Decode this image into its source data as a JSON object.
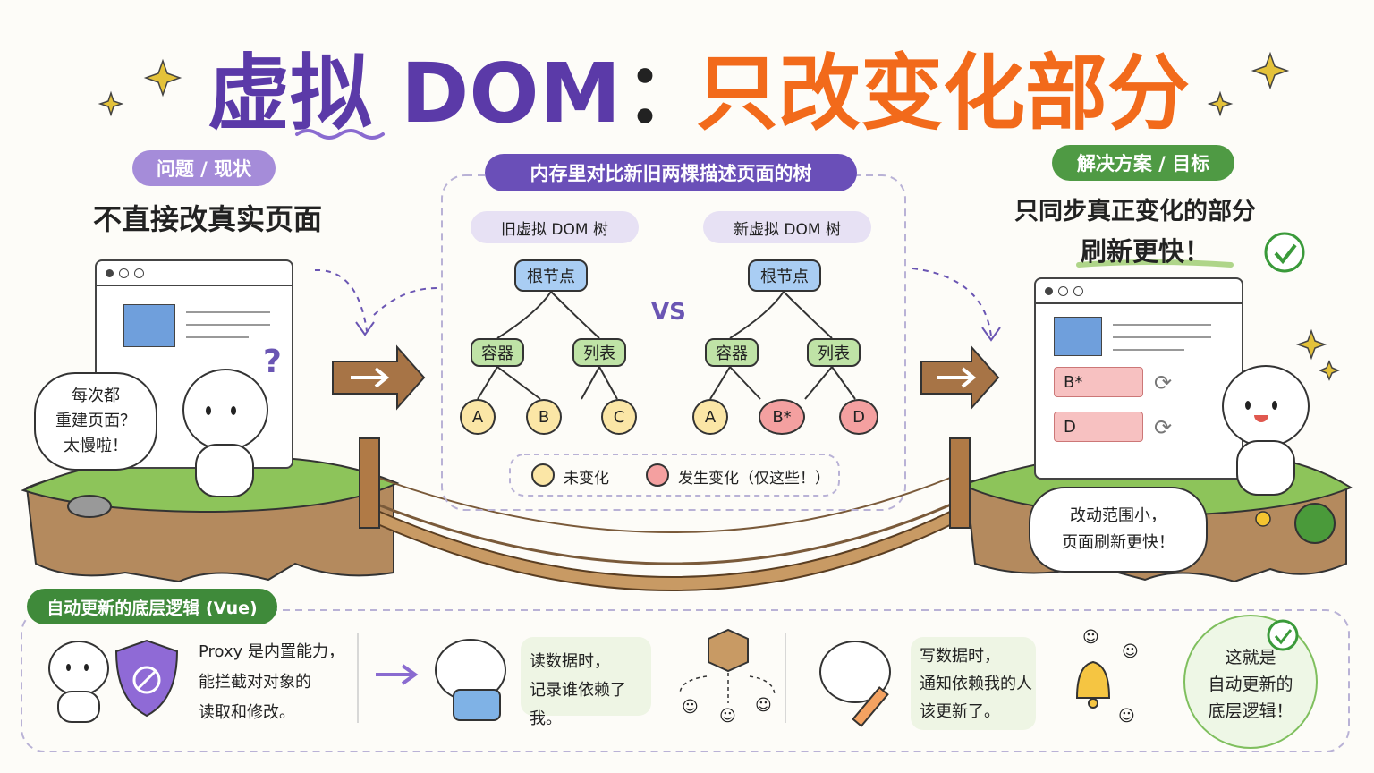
{
  "title": {
    "left": "虚拟 DOM",
    "colon": "：",
    "right": "只改变化部分"
  },
  "problem": {
    "tag": "问题 / 现状",
    "headline": "不直接改真实页面",
    "bubble": [
      "每次都",
      "重建页面？",
      "太慢啦！"
    ],
    "question_mark": "?"
  },
  "compare": {
    "tag": "内存里对比新旧两棵描述页面的树",
    "old_tree": {
      "label": "旧虚拟 DOM 树",
      "root": "根节点",
      "container": "容器",
      "list": "列表",
      "leaves": [
        "A",
        "B",
        "C"
      ]
    },
    "vs": "VS",
    "new_tree": {
      "label": "新虚拟 DOM 树",
      "root": "根节点",
      "container": "容器",
      "list": "列表",
      "leaves": [
        "A",
        "B*",
        "D"
      ]
    },
    "legend": {
      "unchanged": "未变化",
      "changed": "发生变化（仅这些！）"
    }
  },
  "solution": {
    "tag": "解决方案 / 目标",
    "line1": "只同步真正变化的部分",
    "line2": "刷新更快！",
    "rows": [
      "B*",
      "D"
    ],
    "bubble": [
      "改动范围小，",
      "页面刷新更快！"
    ]
  },
  "vue": {
    "tag": "自动更新的底层逻辑 (Vue)",
    "proxy_text": [
      "Proxy 是内置能力，",
      "能拦截对对象的",
      "读取和修改。"
    ],
    "read_text": [
      "读数据时，",
      "记录谁依赖了我。"
    ],
    "write_text": [
      "写数据时，",
      "通知依赖我的人",
      "该更新了。"
    ],
    "summary": [
      "这就是",
      "自动更新的",
      "底层逻辑！"
    ]
  },
  "colors": {
    "purple": "#5b3aa8",
    "orange": "#f26a1b",
    "green_tag": "#3f8a3a",
    "yellow_node": "#fbe6a6",
    "red_node": "#f4a0a0",
    "blue_node": "#a9cdf3",
    "green_node": "#bfe3a6"
  }
}
